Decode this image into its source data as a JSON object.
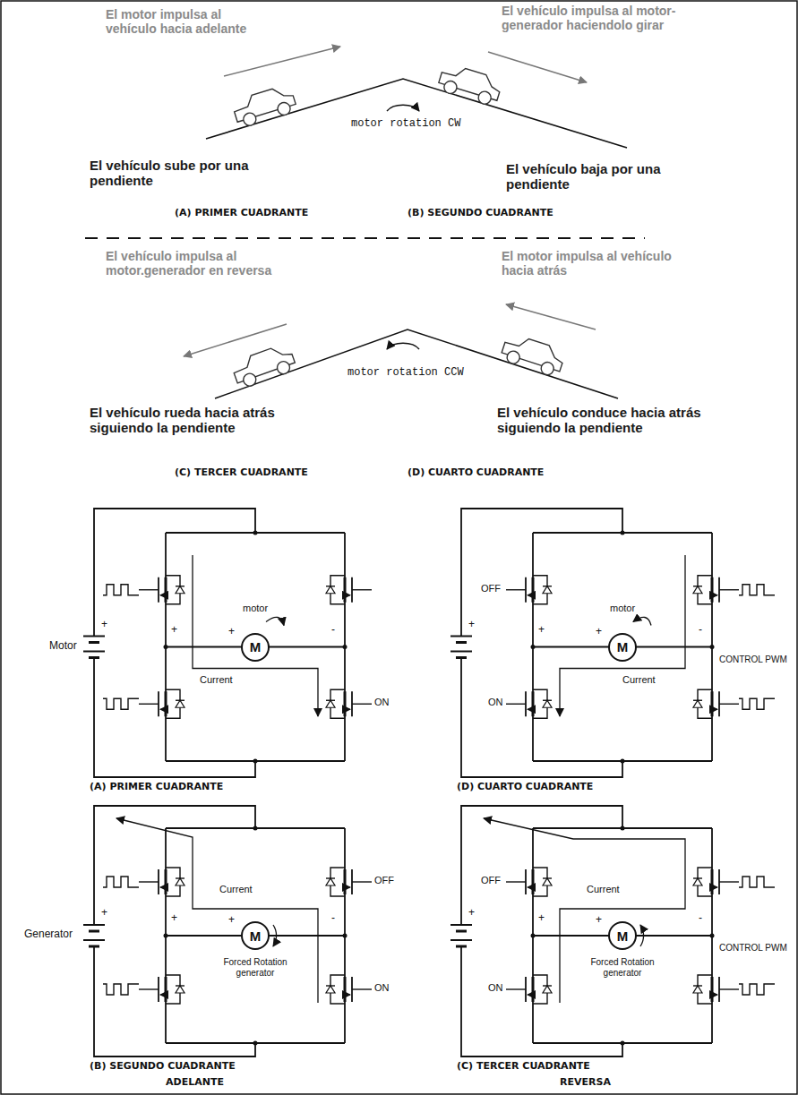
{
  "diagram": {
    "nodes": [
      {
        "text": [
          "M"
        ]
      },
      {
        "text": [
          "M"
        ]
      },
      {
        "text": [
          "M"
        ]
      },
      {
        "text": [
          "M"
        ]
      }
    ],
    "labels": [
      "El motor impulsa al vehículo hacia adelante",
      "El vehículo impulsa al motor-generador haciendolo girar",
      "motor rotation CW",
      "El vehículo sube por una pendiente",
      "El vehículo baja por una pendiente",
      "(A) PRIMER CUADRANTE",
      "(B) SEGUNDO CUADRANTE",
      "El vehículo impulsa al motor.generador en reversa",
      "El motor impulsa al vehículo hacia atrás",
      "motor rotation CCW",
      "El vehículo rueda hacia atrás siguiendo la pendiente",
      "El vehículo conduce hacia atrás siguiendo la pendiente",
      "(C) TERCER CUADRANTE",
      "(D) CUARTO CUADRANTE",
      "Motor",
      "+",
      "motor",
      "+",
      "+",
      "-",
      "Current",
      "ON",
      "(A) PRIMER CUADRANTE",
      "OFF",
      "+",
      "motor",
      "+",
      "+",
      "-",
      "CONTROL PWM",
      "Current",
      "ON",
      "(D) CUARTO CUADRANTE",
      "Generator",
      "+",
      "OFF",
      "Current",
      "+",
      "+",
      "-",
      "Forced Rotation generator",
      "ON",
      "(B) SEGUNDO CUADRANTE",
      "ADELANTE",
      "OFF",
      "+",
      "Current",
      "+",
      "+",
      "-",
      "Forced Rotation generator",
      "CONTROL PWM",
      "ON",
      "(C) TERCER CUADRANTE",
      "REVERSA"
    ]
  }
}
